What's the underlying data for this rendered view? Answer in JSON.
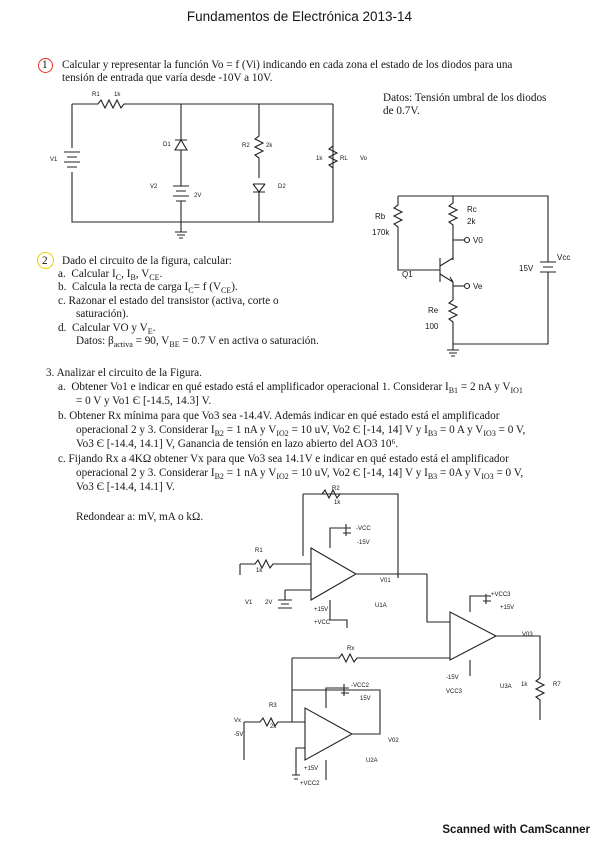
{
  "header": {
    "title": "Fundamentos de Electrónica 2013-14"
  },
  "p1": {
    "num": "1",
    "line1": "Calcular y representar la función Vo = f (Vi) indicando en cada zona el estado de los diodos para una",
    "line2": "tensión de entrada que varía desde -10V a 10V.",
    "datos1": "Datos: Tensión umbral de los diodos",
    "datos2": "de 0.7V.",
    "labels": {
      "r1": "R1",
      "r1v": "1k",
      "v1": "V1",
      "d1": "D1",
      "r2": "R2",
      "r2v": "2k",
      "rl": "RL",
      "rlv": "1k",
      "vo": "Vo",
      "v2": "V2",
      "v2v": "2V",
      "d2": "D2"
    }
  },
  "p2": {
    "num": "2",
    "intro": "Dado el circuito de la figura, calcular:",
    "a": "a.  Calcular I",
    "a_rest": "C, IB, VCE.",
    "b": "b.  Calcula la recta de carga IC= f (VCE).",
    "c1": "c.  Razonar el estado del transistor (activa, corte o",
    "c2": "saturación).",
    "d": "d.  Calcular VO y VE.",
    "datos": "Datos: βactiva = 90, VBE = 0.7 V en activa o saturación.",
    "labels": {
      "rb": "Rb",
      "rbv": "170k",
      "rc": "Rc",
      "rcv": "2k",
      "v0": "V0",
      "q1": "Q1",
      "ve": "Ve",
      "re": "Re",
      "rev": "100",
      "vcc": "Vcc",
      "vccv": "15V"
    }
  },
  "p3": {
    "intro": "3.  Analizar el circuito de la Figura.",
    "a1": "a.  Obtener Vo1 e indicar en qué estado está el amplificador operacional 1. Considerar IB1 = 2 nA y VIO1",
    "a2": "= 0 V y Vo1 Є [-14.5, 14.3] V.",
    "b1": "b.  Obtener  Rx mínima para que Vo3 sea -14.4V. Además  indicar en qué estado está el amplificador",
    "b2": "operacional 2 y 3. Considerar IB2 = 1 nA y VIO2 = 10 uV, Vo2 Є [-14, 14] V y IB3 = 0 A y VIO3 = 0 V,",
    "b3": "Vo3 Є [-14.4, 14.1] V, Ganancia de tensión en lazo abierto del AO3 10⁶.",
    "c1": "c.  Fijando Rx a 4KΩ obtener  Vx para que Vo3 sea 14.1V e indicar en qué estado está el amplificador",
    "c2": "operacional 2 y 3. Considerar IB2 = 1 nA y VIO2 = 10 uV, Vo2 Є [-14, 14] V y IB3 = 0A y VIO3 = 0 V,",
    "c3": "Vo3 Є [-14.4, 14.1] V.",
    "round": "Redondear a: mV,  mA o kΩ.",
    "labels": {
      "r2": "R2",
      "r2v": "1k",
      "vcc_neg": "-VCC",
      "v15a": "-15V",
      "r1": "R1",
      "r1v": "1k",
      "v1": "V1",
      "v1v": "2V",
      "p15": "+15V",
      "pvcc": "+VCC",
      "vo1": "V01",
      "u1a": "U1A",
      "rx": "Rx",
      "pvcc3": "+VCC3",
      "p15b": "+15V",
      "vo3": "V03",
      "n15": "-15V",
      "vcc3": "VCC3",
      "u3a": "U3A",
      "r7": "R7",
      "r7v": "1k",
      "vcc2": "-VCC2",
      "v15c": "15V",
      "r3": "R3",
      "r3v": "2k",
      "vx": "Vx",
      "vxv": "-5V",
      "vo2": "V02",
      "u2a": "U2A",
      "p15c": "+15V",
      "pvcc2": "+VCC2"
    }
  },
  "footer": {
    "scanner": "Scanned with CamScanner"
  }
}
